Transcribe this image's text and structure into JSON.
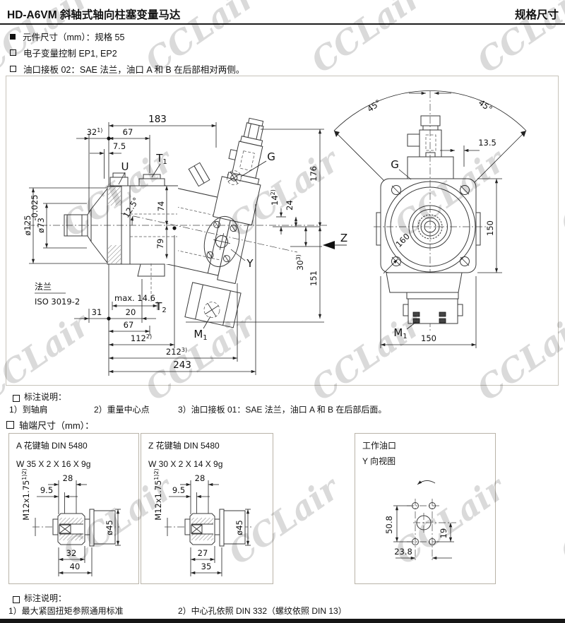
{
  "header": {
    "title": "HD-A6VM 斜轴式轴向柱塞变量马达",
    "right": "规格尺寸"
  },
  "bullets": [
    {
      "style": "filled",
      "text": "元件尺寸（mm）：规格 55"
    },
    {
      "style": "hollow",
      "text": "电子变量控制 EP1, EP2"
    },
    {
      "style": "hollow",
      "text": "油口接板 02：SAE 法兰，油口 A 和 B 在后部相对两侧。"
    }
  ],
  "notes1": {
    "heading": "标注说明：",
    "items": [
      "1）到轴肩",
      "2）重量中心点",
      "3）油口接板 01：SAE 法兰，油口 A 和 B 在后部后面。"
    ]
  },
  "notes2": {
    "heading": "标注说明：",
    "items": [
      "1）最大紧固扭矩参照通用标准",
      "2）中心孔依照 DIN 332（螺纹依照 DIN 13）"
    ]
  },
  "watermark": {
    "text": "CCLair"
  },
  "shafts": {
    "heading": "轴端尺寸（mm）：",
    "a": {
      "l1": "A 花键轴  DIN 5480",
      "l2": "W 35 X 2 X 16 X 9g",
      "thread": {
        "v": "M12x1.75",
        "s": "1)2)"
      },
      "d28": "28",
      "d95": "9.5",
      "dia": "ø45",
      "len1": "32",
      "len2": "40"
    },
    "z": {
      "l1": "Z 花键轴  DIN 5480",
      "l2": "W 30 X 2 X 14 X 9g",
      "thread": {
        "v": "M12x1.75",
        "s": "1)2)"
      },
      "d28": "28",
      "d95": "9.5",
      "dia": "ø45",
      "len1": "27",
      "len2": "35"
    },
    "y": {
      "l1": "工作油口",
      "l2": "Y 向视图",
      "d508": "50.8",
      "d238": "23.8",
      "d19": "19"
    }
  },
  "md": {
    "sv": {
      "d183": "183",
      "d32": {
        "v": "32",
        "s": "1)"
      },
      "d67t": "67",
      "d75": "7.5",
      "u": "U",
      "t1": {
        "v": "T",
        "s": "1"
      },
      "g": "G",
      "dia125": "ø125",
      "tol": "-0.025",
      "dia73": "ø73",
      "ang": "12.5°",
      "d74": "74",
      "d79": "79",
      "d14": {
        "v": "14",
        "s": "2)"
      },
      "d24": "24",
      "d30": {
        "v": "30",
        "s": "3)"
      },
      "d176": "176",
      "d151": "151",
      "z": "Z",
      "y": "Y",
      "m1": {
        "v": "M",
        "s": "1"
      },
      "t2": {
        "v": "T",
        "s": "2"
      },
      "flange_cn": "法兰",
      "flange_std": "ISO 3019-2",
      "max146": "max. 14.6",
      "d31": "31",
      "d20": "20",
      "d67b": "67",
      "d112": {
        "v": "112",
        "s": "2)"
      },
      "d212": {
        "v": "212",
        "s": "3)"
      },
      "d243": "243"
    },
    "rv": {
      "a45l": "45°",
      "a45r": "45°",
      "d135": "13.5",
      "g": "G",
      "d160": "160",
      "d150r": "150",
      "d150b": "150",
      "m1": {
        "v": "M",
        "s": "1"
      }
    }
  }
}
